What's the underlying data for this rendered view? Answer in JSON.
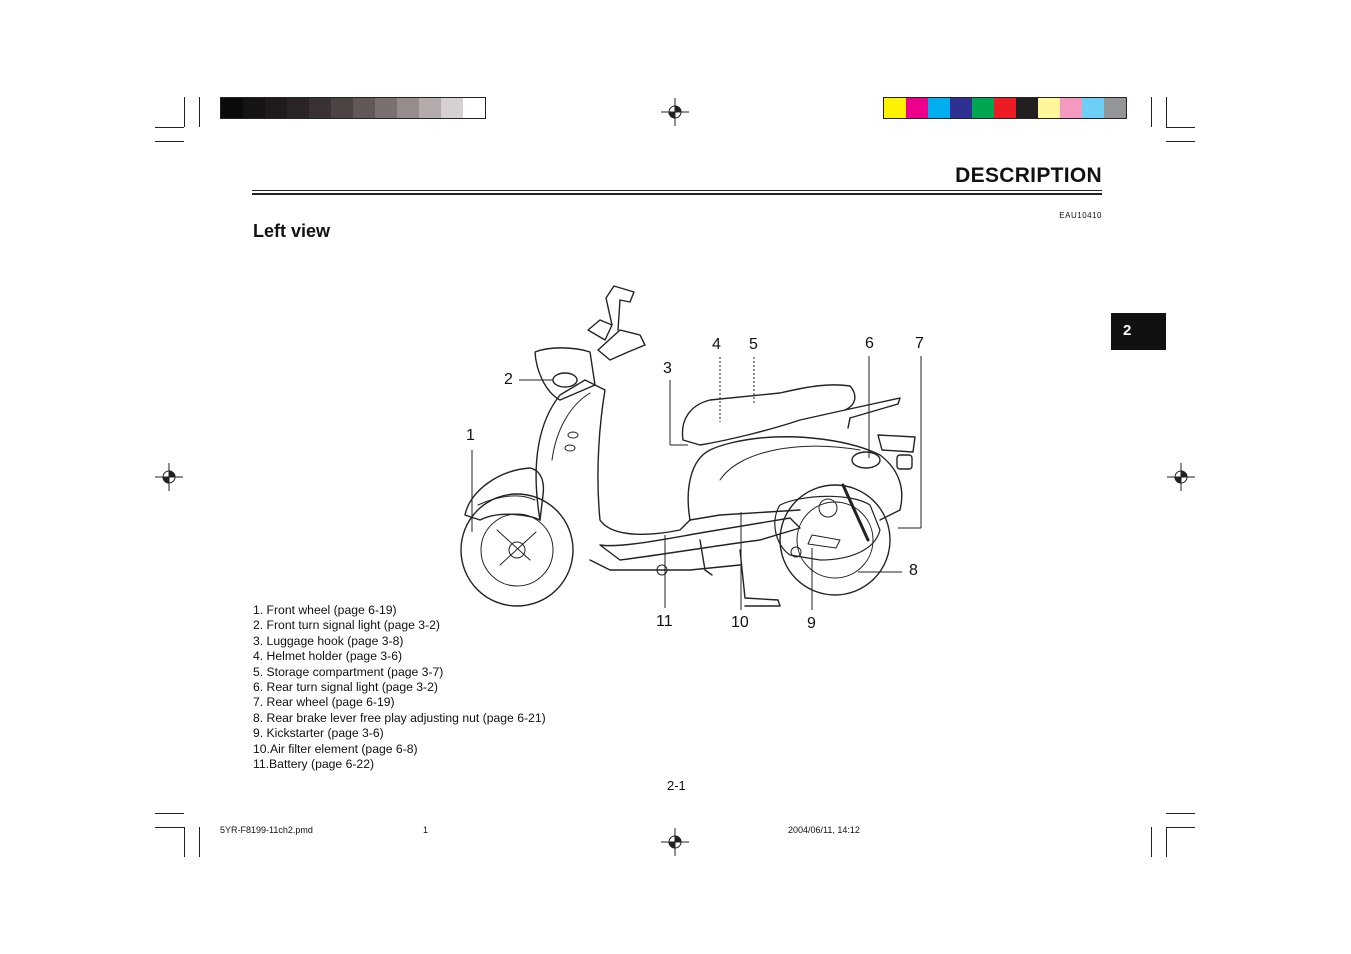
{
  "header": {
    "title": "DESCRIPTION",
    "code": "EAU10410"
  },
  "section": {
    "title": "Left view"
  },
  "chapter_tab": "2",
  "callouts": {
    "n1": "1",
    "n2": "2",
    "n3": "3",
    "n4": "4",
    "n5": "5",
    "n6": "6",
    "n7": "7",
    "n8": "8",
    "n9": "9",
    "n10": "10",
    "n11": "11"
  },
  "legend": [
    "1.  Front wheel (page 6-19)",
    "2.  Front turn signal light (page 3-2)",
    "3.  Luggage hook (page 3-8)",
    "4.  Helmet holder (page 3-6)",
    "5.  Storage compartment (page 3-7)",
    "6.  Rear turn signal light (page 3-2)",
    "7.  Rear wheel (page 6-19)",
    "8.  Rear brake lever free play adjusting nut (page 6-21)",
    "9.  Kickstarter (page 3-6)",
    "10.Air filter element (page 6-8)",
    "11.Battery (page 6-22)"
  ],
  "page_number": "2-1",
  "footer": {
    "file": "5YR-F8199-11ch2.pmd",
    "page": "1",
    "timestamp": "2004/06/11, 14:12"
  },
  "color_bars": {
    "grayscale": [
      "#0b0b0b",
      "#161313",
      "#1f1b1b",
      "#2b2424",
      "#3a3232",
      "#4c4343",
      "#625858",
      "#7b7070",
      "#968c8c",
      "#b4abab",
      "#d6d0d0",
      "#ffffff"
    ],
    "process": [
      "#fff200",
      "#ec008c",
      "#00aeef",
      "#2e3192",
      "#00a651",
      "#ed1c24",
      "#231f20",
      "#fff799",
      "#f49ac1",
      "#6dcff6",
      "#939598"
    ]
  }
}
